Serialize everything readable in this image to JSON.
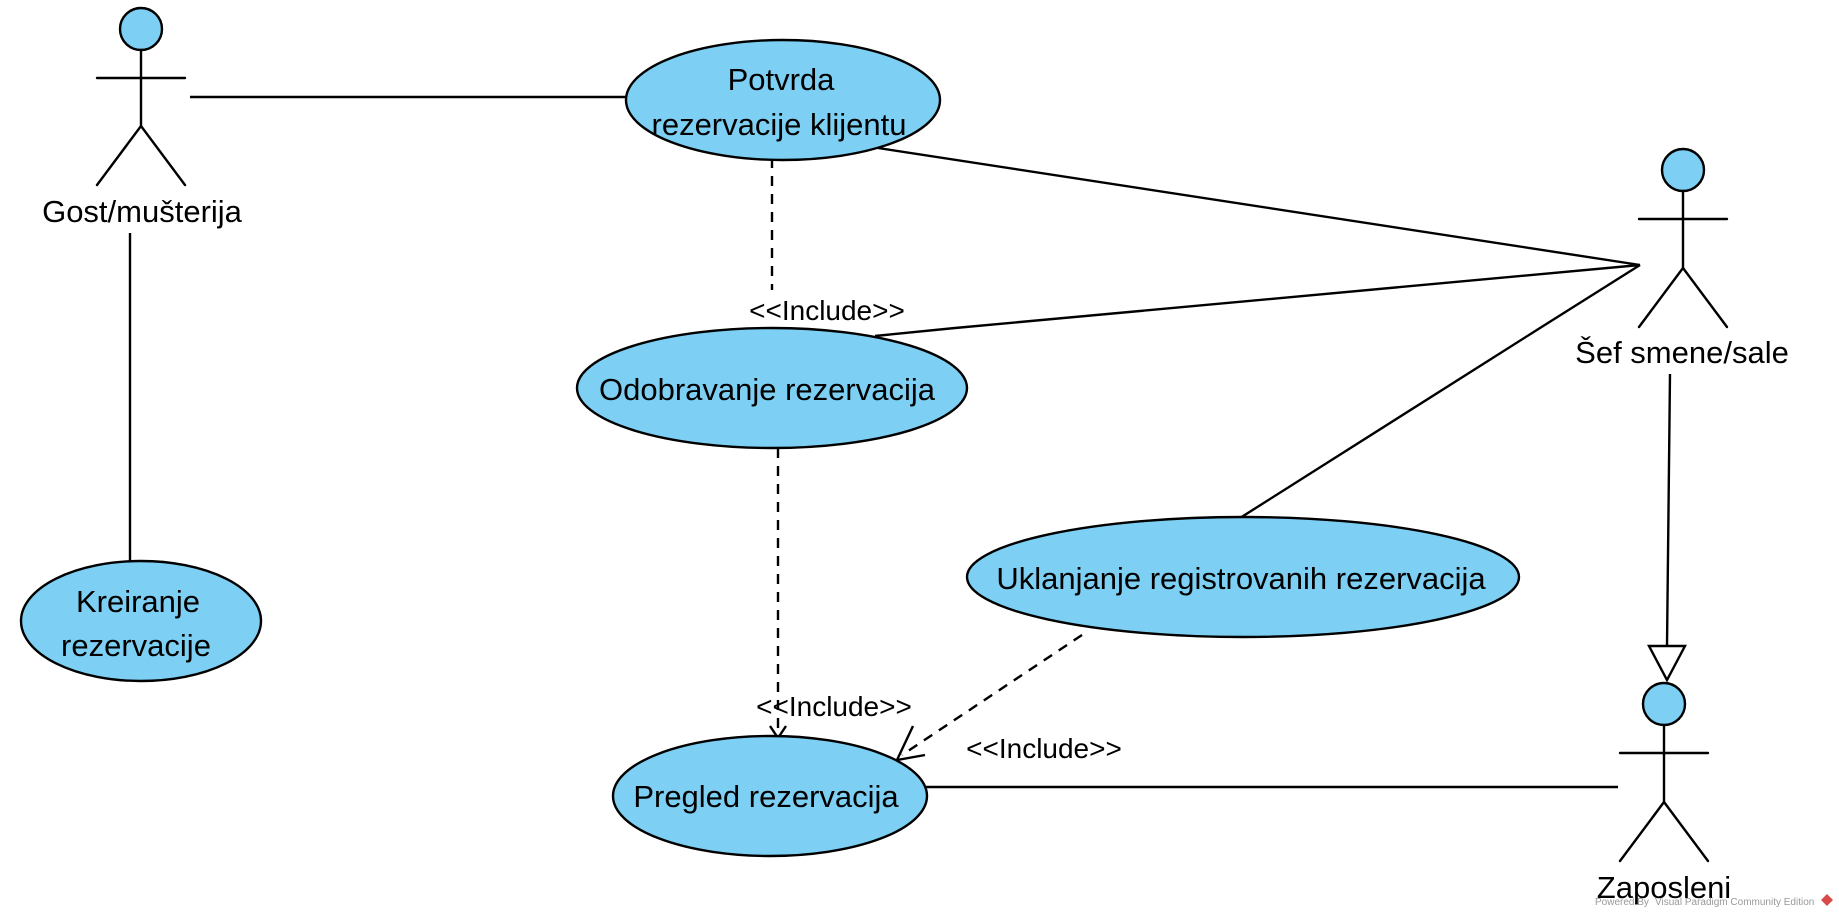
{
  "actors": {
    "guest": "Gost/mušterija",
    "shift_manager": "Šef smene/sale",
    "employee": "Zaposleni"
  },
  "use_cases": {
    "confirm": [
      "Potvrda",
      "rezervacije klijentu"
    ],
    "approve": "Odobravanje rezervacija",
    "create": [
      "Kreiranje",
      "rezervacije"
    ],
    "remove": "Uklanjanje registrovanih rezervacija",
    "review": "Pregled rezervacija"
  },
  "relations": {
    "include_1": "<<Include>>",
    "include_2": "<<Include>>",
    "include_3": "<<Include>>"
  },
  "footer": {
    "powered_by": "Powered By",
    "product": "Visual Paradigm Community Edition"
  },
  "colors": {
    "fill": "#7dcff3",
    "stroke": "#000000",
    "background": "#ffffff"
  }
}
